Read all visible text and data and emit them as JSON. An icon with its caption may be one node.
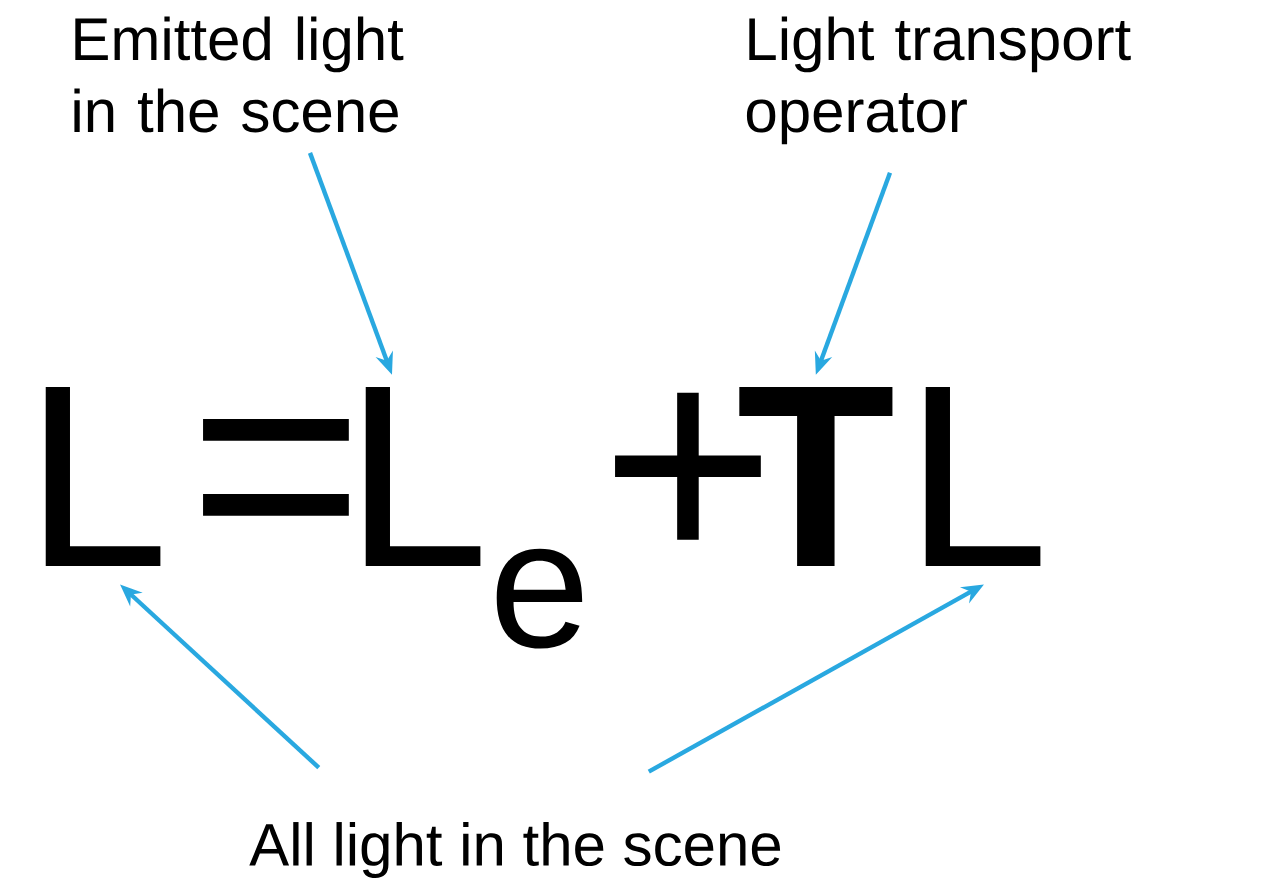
{
  "diagram": {
    "nodes": [
      {
        "text": [
          "Emitted light in the scene"
        ]
      },
      {
        "text": [
          "Light transport operator"
        ]
      },
      {
        "text": [
          "L"
        ]
      },
      {
        "text": [
          "L$_{e}$"
        ]
      },
      {
        "text": [
          "T"
        ]
      },
      {
        "text": [
          "L"
        ]
      },
      {
        "text": [
          "All light in the scene"
        ]
      }
    ],
    "edges": [
      {
        "from": 0,
        "to": 3,
        "arrow": "to"
      },
      {
        "from": 1,
        "to": 4,
        "arrow": "to"
      },
      {
        "from": 6,
        "to": 2,
        "arrow": "to"
      },
      {
        "from": 6,
        "to": 5,
        "arrow": "to"
      }
    ],
    "labels": [
      "=",
      "+"
    ]
  }
}
